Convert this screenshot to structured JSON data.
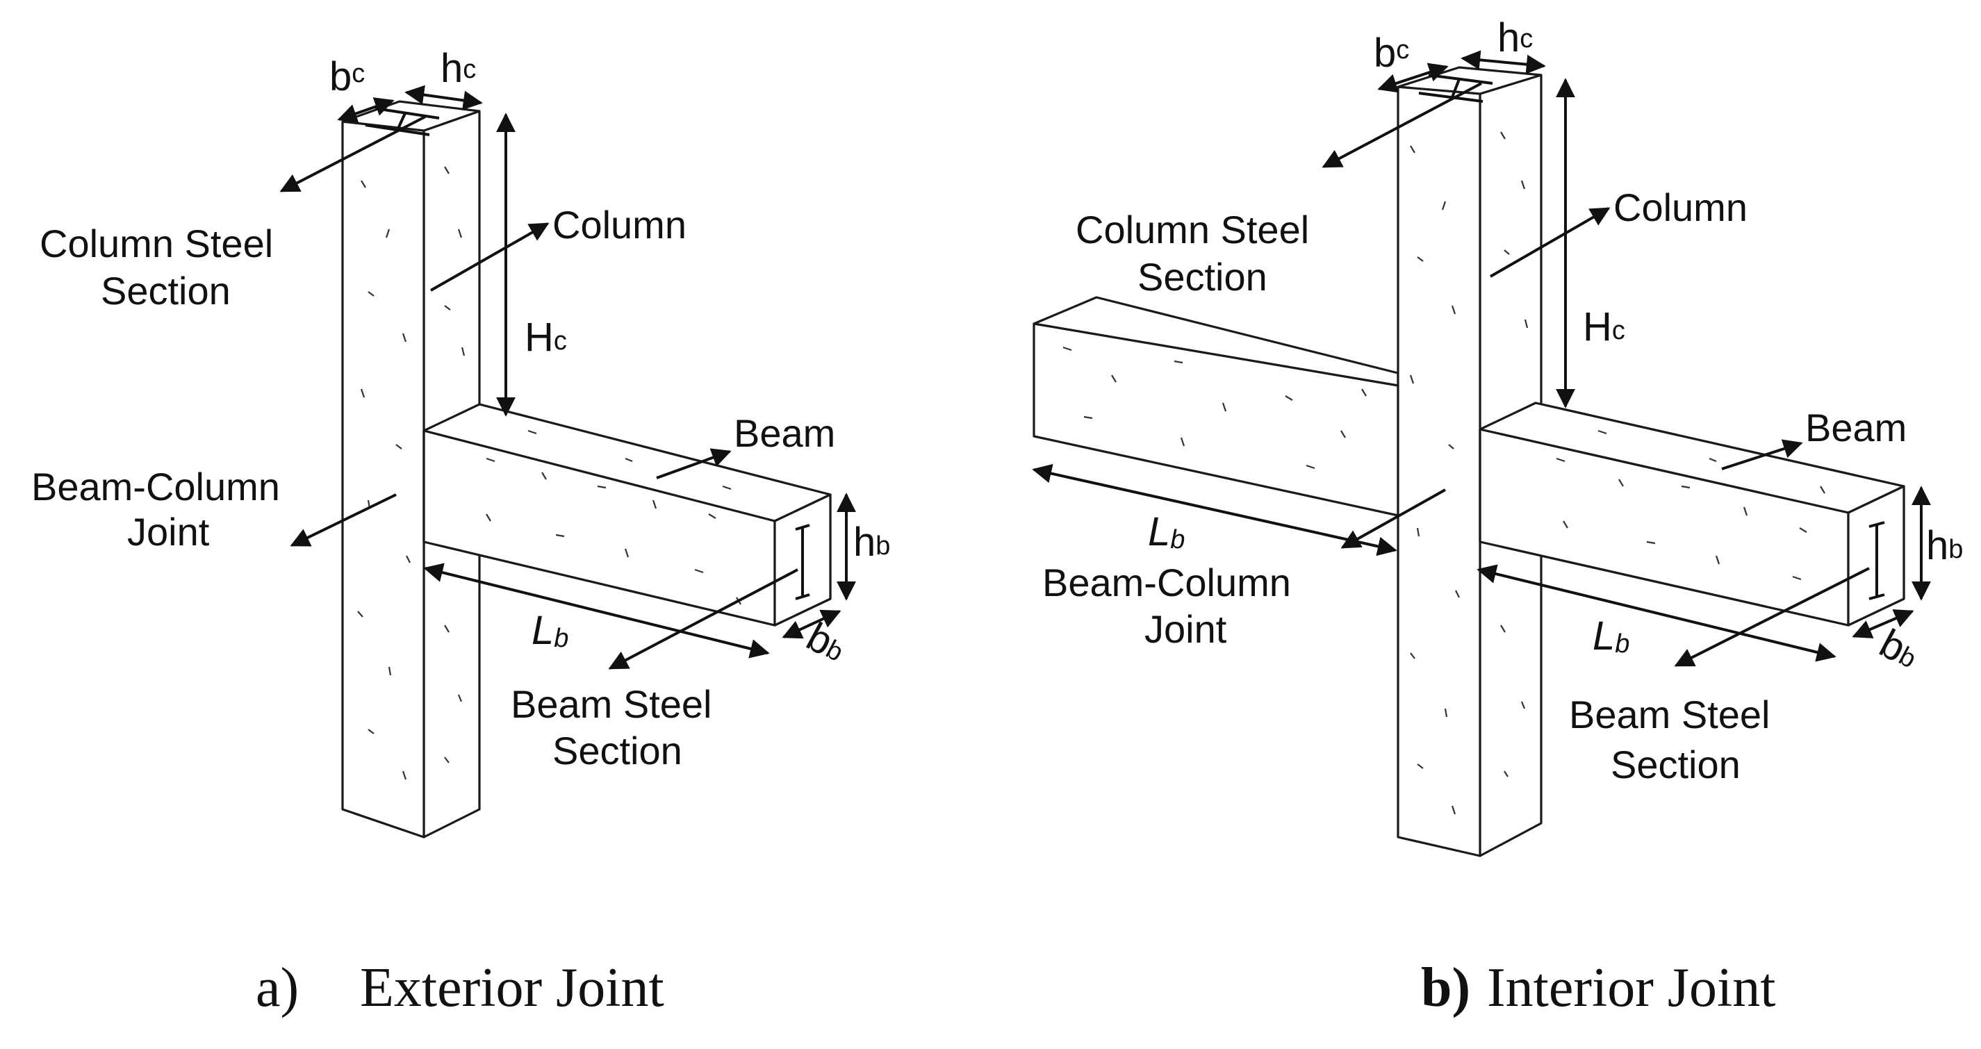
{
  "exterior": {
    "caption_label": "a)",
    "caption_text": "Exterior Joint",
    "dim_bc": {
      "main": "b",
      "sub": "c"
    },
    "dim_hc": {
      "main": "h",
      "sub": "c"
    },
    "dim_Hc": {
      "main": "H",
      "sub": "c"
    },
    "dim_hb": {
      "main": "h",
      "sub": "b"
    },
    "dim_bb": {
      "main": "b",
      "sub": "b"
    },
    "dim_Lb": {
      "main": "L",
      "sub": "b"
    },
    "col_steel_1": "Column Steel",
    "col_steel_2": "Section",
    "column": "Column",
    "beam": "Beam",
    "joint_1": "Beam-Column",
    "joint_2": "Joint",
    "beam_steel_1": "Beam Steel",
    "beam_steel_2": "Section"
  },
  "interior": {
    "caption_label": "b)",
    "caption_text": "Interior Joint",
    "dim_bc": {
      "main": "b",
      "sub": "c"
    },
    "dim_hc": {
      "main": "h",
      "sub": "c"
    },
    "dim_Hc": {
      "main": "H",
      "sub": "c"
    },
    "dim_hb": {
      "main": "h",
      "sub": "b"
    },
    "dim_bb": {
      "main": "b",
      "sub": "b"
    },
    "dim_Lb": {
      "main": "L",
      "sub": "b"
    },
    "dim_Lb_left": {
      "main": "L",
      "sub": "b"
    },
    "col_steel_1": "Column Steel",
    "col_steel_2": "Section",
    "column": "Column",
    "beam": "Beam",
    "joint_1": "Beam-Column",
    "joint_2": "Joint",
    "beam_steel_1": "Beam Steel",
    "beam_steel_2": "Section"
  }
}
